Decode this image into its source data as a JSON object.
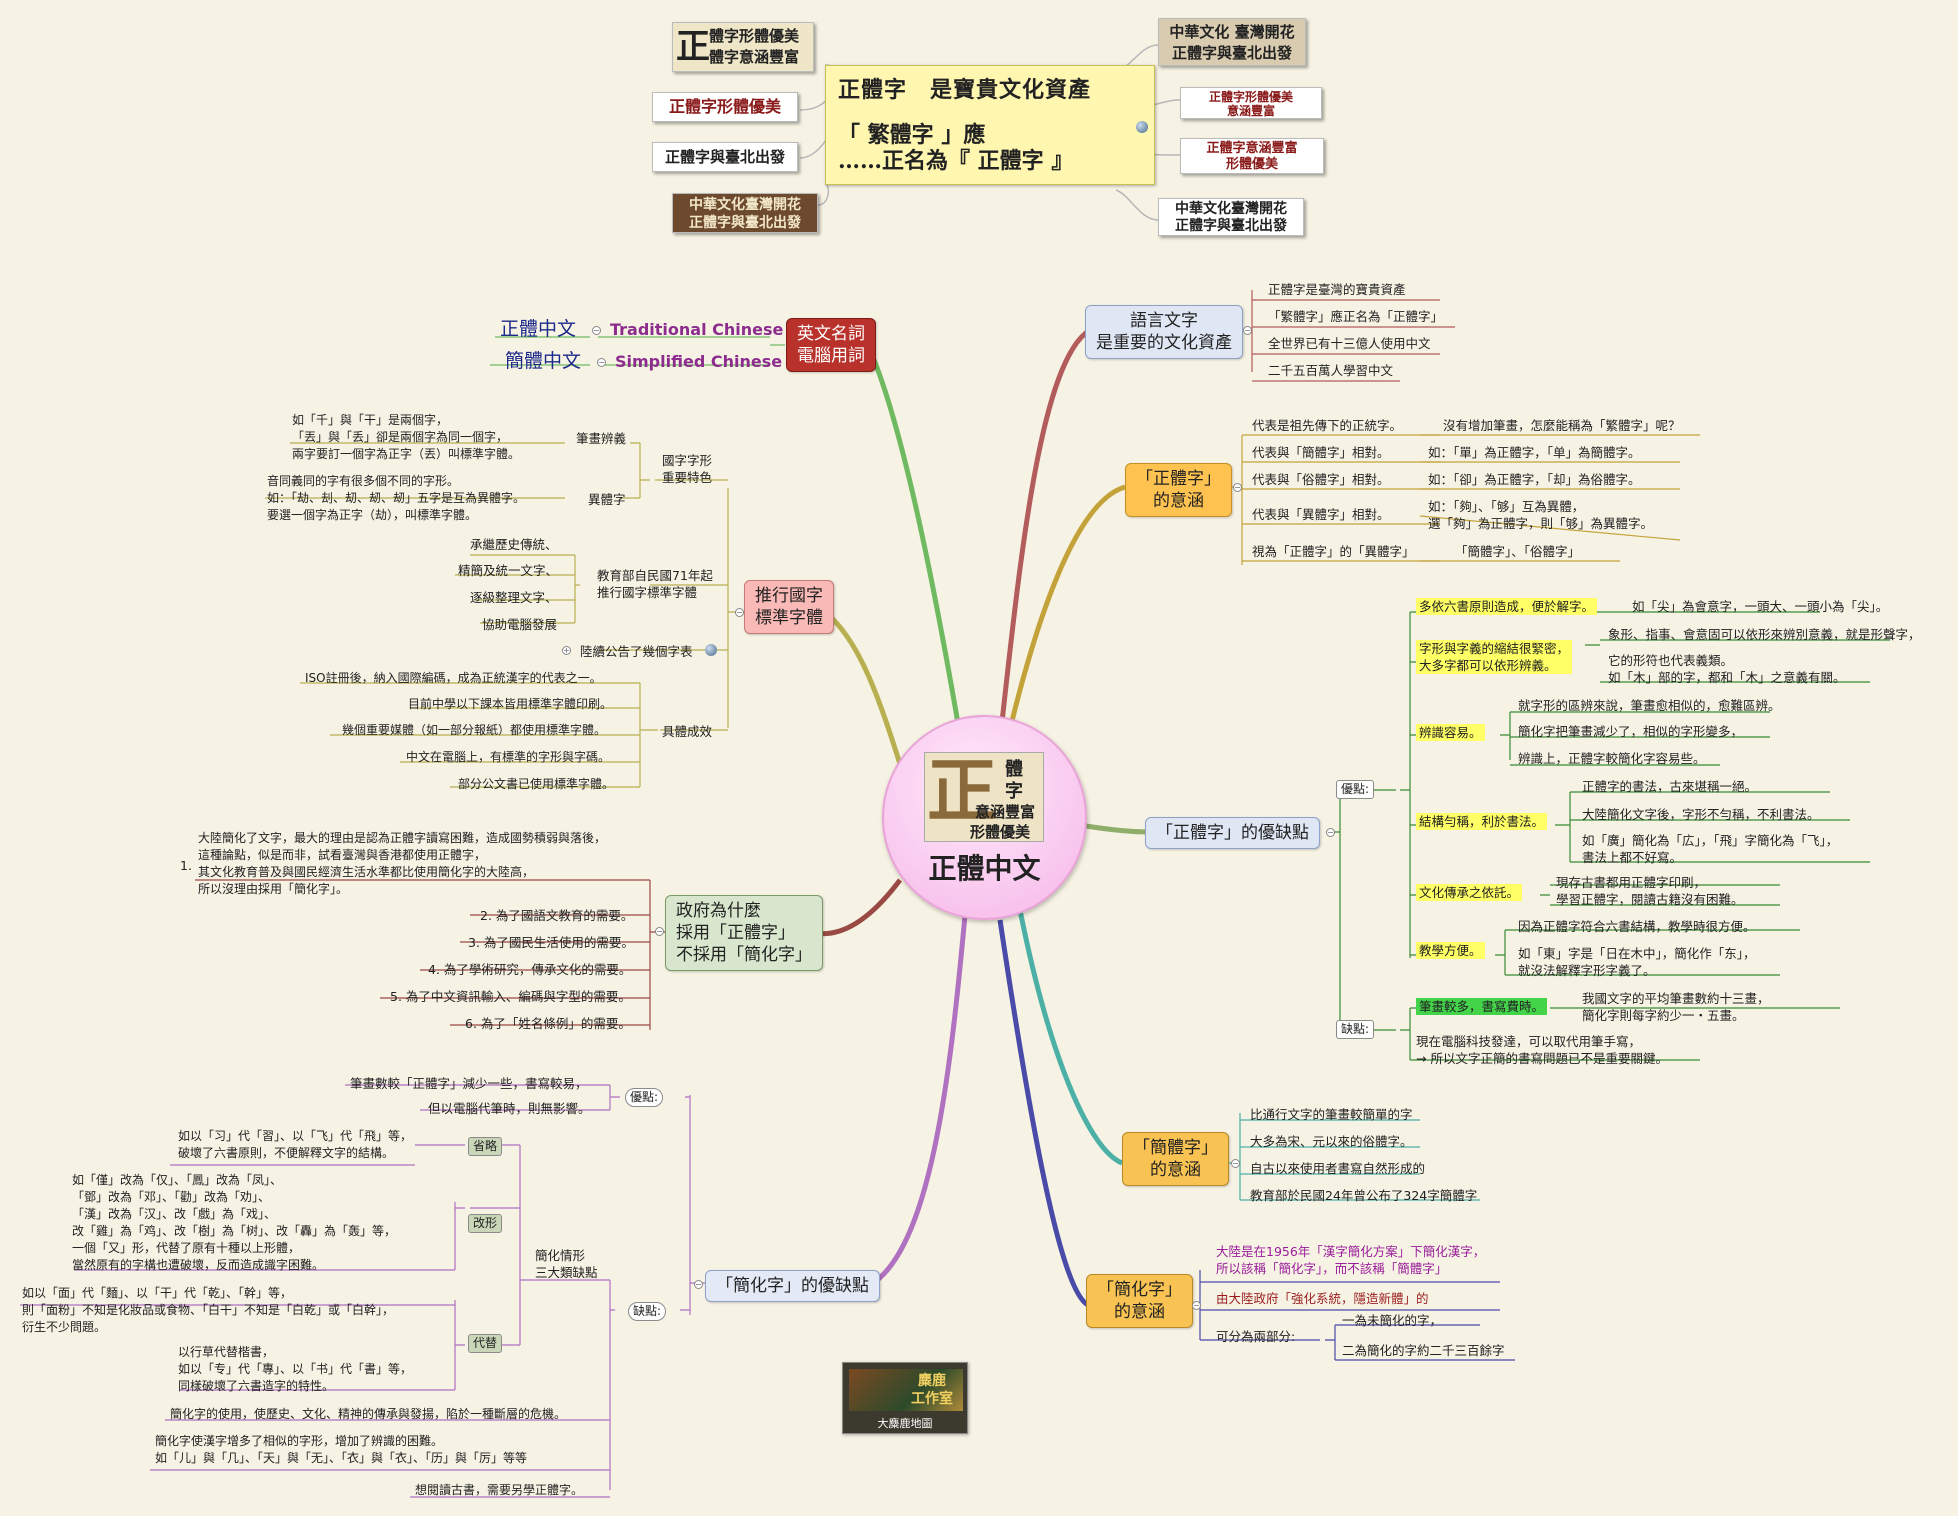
{
  "header": {
    "title_line1": "正體字　是寶貴文化資產",
    "title_line2": "「 繁體字 」應\n……正名為『 正體字 』",
    "signs": [
      "體字形體優美\n體字意涵豐富",
      "中華文化 臺灣開花\n正體字與臺北出發",
      "正體字形體優美",
      "正體字形體優美\n意涵豐富",
      "正體字與臺北出發",
      "正體字意涵豐富\n形體優美",
      "中華文化臺灣開花\n正體字與臺北出發",
      "中華文化臺灣開花\n正體字與臺北出發"
    ]
  },
  "center": {
    "label": "正體中文",
    "logo_big": "正",
    "logo_small1": "體",
    "logo_small2": "字",
    "logo_line1": "意涵豐富",
    "logo_line2": "形體優美"
  },
  "branches": {
    "lang": {
      "label": "語言文字\n是重要的文化資產",
      "items": [
        "正體字是臺灣的寶貴資產",
        "「繁體字」應正名為「正體字」",
        "全世界已有十三億人使用中文",
        "二千五百萬人學習中文"
      ]
    },
    "meaning": {
      "label": "「正體字」\n的意涵",
      "rows": [
        {
          "a": "代表是祖先傳下的正統字。",
          "b": "沒有增加筆畫，怎麼能稱為「繁體字」呢？"
        },
        {
          "a": "代表與「簡體字」相對。",
          "b": "如：「單」為正體字，「单」為簡體字。"
        },
        {
          "a": "代表與「俗體字」相對。",
          "b": "如：「卻」為正體字，「却」為俗體字。"
        },
        {
          "a": "代表與「異體字」相對。",
          "b": "如：「夠」、「够」互為異體，\n選「夠」為正體字，則「够」為異體字。"
        },
        {
          "a": "視為「正體字」的「異體字」",
          "b": "「簡體字」、「俗體字」"
        }
      ]
    },
    "proscons": {
      "label": "「正體字」的優缺點",
      "pros_label": "優點:",
      "cons_label": "缺點:",
      "pros": [
        {
          "k": "多依六書原則造成，便於解字。",
          "v": [
            "如「尖」為會意字，一頭大、一頭小為「尖」。"
          ]
        },
        {
          "k": "字形與字義的縮結很緊密，\n大多字都可以依形辨義。",
          "v": [
            "象形、指事、會意固可以依形來辨別意義，就是形聲字，",
            "它的形符也代表義類。\n如「木」部的字，都和「木」之意義有關。"
          ]
        },
        {
          "k": "辨識容易。",
          "v": [
            "就字形的區辨來說，筆畫愈相似的，愈難區辨。",
            "簡化字把筆畫減少了，相似的字形變多，",
            "辨識上，正體字較簡化字容易些。"
          ]
        },
        {
          "k": "結構勻稱，利於書法。",
          "v": [
            "正體字的書法，古來堪稱一絕。",
            "大陸簡化文字後，字形不勻稱，不利書法。",
            "如「廣」簡化為「広」，「飛」字簡化為「飞」，\n書法上都不好寫。"
          ]
        },
        {
          "k": "文化傳承之依託。",
          "v": [
            "現存古書都用正體字印刷，\n學習正體字，閱讀古籍沒有困難。"
          ]
        },
        {
          "k": "教學方便。",
          "v": [
            "因為正體字符合六書結構，教學時很方便。",
            "如「東」字是「日在木中」，簡化作「东」，\n就沒法解釋字形字義了。"
          ]
        }
      ],
      "cons": [
        {
          "k": "筆畫較多，書寫費時。",
          "v": [
            "我國文字的平均筆畫數約十三畫，\n簡化字則每字約少一・五畫。"
          ]
        },
        {
          "k": "現在電腦科技發達，可以取代用筆手寫，\n→ 所以文字正簡的書寫問題已不是重要關鍵。",
          "v": []
        }
      ]
    },
    "simp_meaning": {
      "label": "「簡體字」\n的意涵",
      "items": [
        "比通行文字的筆畫較簡單的字",
        "大多為宋、元以來的俗體字。",
        "自古以來使用者書寫自然形成的",
        "教育部於民國24年曾公布了324字簡體字"
      ]
    },
    "simp2": {
      "label": "「簡化字」\n的意涵",
      "items": [
        "大陸是在1956年「漢字簡化方案」下簡化漢字，\n所以該稱「簡化字」，而不該稱「簡體字」",
        "由大陸政府「強化系統，隱造新體」的",
        "可分為兩部分:"
      ],
      "parts": [
        "一為未簡化的字，",
        "二為簡化的字約二千三百餘字"
      ]
    },
    "simp_pc": {
      "label": "「簡化字」的優缺點",
      "pros_label": "優點:",
      "cons_label": "缺點:",
      "pros": [
        "筆畫數較「正體字」減少一些，書寫較易，",
        "但以電腦代筆時，則無影響。"
      ],
      "group_label": "簡化情形\n三大類缺點",
      "groups": [
        {
          "k": "省略",
          "v": "如以「习」代「習」、以「飞」代「飛」等，\n破壞了六書原則，不便解釋文字的結構。"
        },
        {
          "k": "改形",
          "v": "如「僅」改為「仅」、「鳳」改為「凤」、\n「鄧」改為「邓」、「勸」改為「劝」、\n「漢」改為「汉」、改「戲」為「戏」、\n改「雞」為「鸡」、改「樹」為「树」、改「轟」為「轰」等，\n一個「又」形，代替了原有十種以上形體，\n當然原有的字構也遭破壞，反而造成識字困難。"
        },
        {
          "k": "代替",
          "v": "如以「面」代「麵」、以「干」代「乾」、「幹」等，\n則「面粉」不知是化妝品或食物、「白干」不知是「白乾」或「白幹」，\n衍生不少問題。"
        }
      ],
      "grass": "以行草代替楷書，\n如以「专」代「專」、以「书」代「書」等，\n同樣破壞了六書造字的特性。",
      "cons": [
        "簡化字的使用，使歷史、文化、精神的傳承與發揚，陷於一種斷層的危機。",
        "簡化字使漢字增多了相似的字形，增加了辨識的困難。\n如「儿」與「几」、「天」與「无」、「衣」與「衣」、「历」與「厉」等等",
        "想閱讀古書，需要另學正體字。"
      ]
    },
    "gov": {
      "label": "政府為什麼\n採用「正體字」\n不採用「簡化字」",
      "items": [
        "大陸簡化了文字，最大的理由是認為正體字讀寫困難，造成國勢積弱與落後，\n這種論點，似是而非，試看臺灣與香港都使用正體字，\n其文化教育普及與國民經濟生活水準都比使用簡化字的大陸高，\n所以沒理由採用「簡化字」。",
        "2. 為了國語文教育的需要。",
        "3. 為了國民生活使用的需要。",
        "4. 為了學術研究，傳承文化的需要。",
        "5. 為了中文資訊輸入、編碼與字型的需要。",
        "6. 為了「姓名條例」的需要。"
      ],
      "first_num": "1."
    },
    "standard": {
      "label": "推行國字\n標準字體",
      "feature_label": "國字字形\n重要特色",
      "stroke_label": "筆畫辨義",
      "stroke_text": "如「千」與「干」是兩個字，\n「丟」與「丢」卻是兩個字為同一個字，\n兩字要訂一個字為正字（丟）叫標準字體。",
      "variant_label": "異體字",
      "variant_text": "音同義同的字有很多個不同的字形。\n如：「劫、刦、刧、刼、刼」五字是互為異體字。\n要選一個字為正字（劫），叫標準字體。",
      "moe_label": "教育部自民國71年起\n推行國字標準字體",
      "moe_items": [
        "承繼歷史傳統、",
        "精簡及統一文字、",
        "逐級整理文字、",
        "協助電腦發展"
      ],
      "announce": "陸續公告了幾個字表",
      "result_label": "具體成效",
      "results": [
        "ISO註冊後，納入國際編碼，成為正統漢字的代表之一。",
        "目前中學以下課本皆用標準字體印刷。",
        "幾個重要媒體（如一部分報紙）都使用標準字體。",
        "中文在電腦上，有標準的字形與字碼。",
        "部分公文書已使用標準字體。"
      ]
    },
    "english": {
      "label": "英文名詞\n電腦用詞",
      "rows": [
        {
          "en": "Traditional Chinese",
          "cn": "正體中文"
        },
        {
          "en": "Simplified Chinese",
          "cn": "簡體中文"
        }
      ]
    }
  },
  "credit": {
    "logo_text": "麋鹿\n工作室",
    "caption": "大麋鹿地圖"
  },
  "colors": {
    "background": "#f6f2e4",
    "center_fill": "#f8c8f0",
    "note_fill": "#fff7b0"
  }
}
